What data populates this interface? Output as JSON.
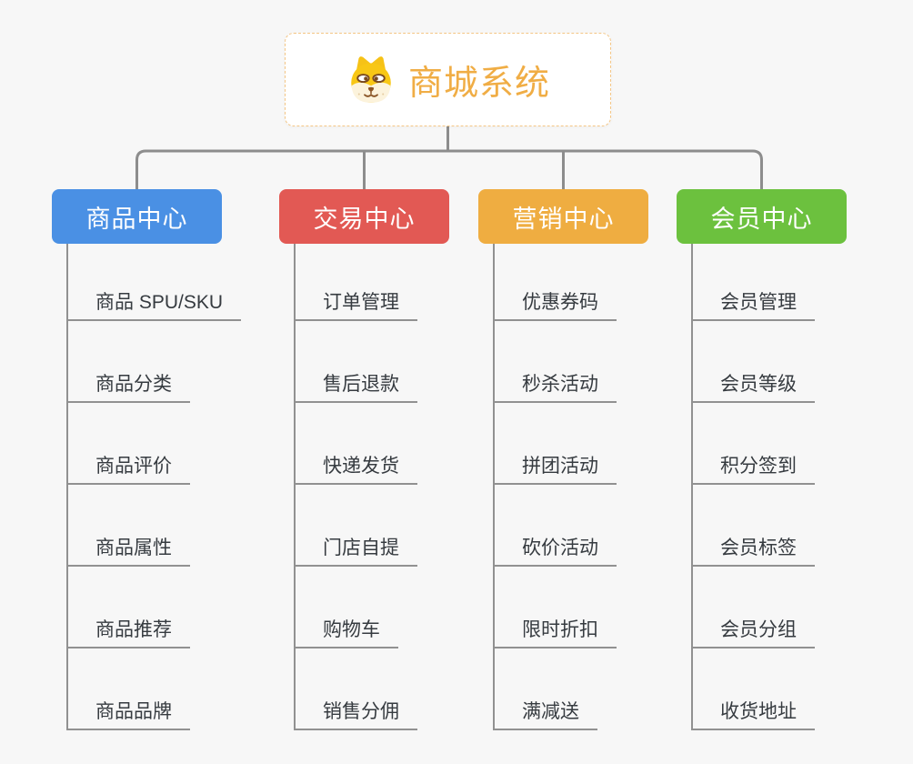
{
  "root": {
    "title": "商城系统",
    "icon": "shiba-dog-icon",
    "title_color": "#f0ad45",
    "border_color": "#f4c685"
  },
  "canvas": {
    "background": "#f7f7f7",
    "connector_color": "#8d8d8d",
    "leaf_text_color": "#363b40",
    "leaf_line_color": "#919191"
  },
  "branches": [
    {
      "label": "商品中心",
      "color": "#4a90e4",
      "children": [
        "商品 SPU/SKU",
        "商品分类",
        "商品评价",
        "商品属性",
        "商品推荐",
        "商品品牌"
      ]
    },
    {
      "label": "交易中心",
      "color": "#e25954",
      "children": [
        "订单管理",
        "售后退款",
        "快递发货",
        "门店自提",
        "购物车",
        "销售分佣"
      ]
    },
    {
      "label": "营销中心",
      "color": "#efad41",
      "children": [
        "优惠券码",
        "秒杀活动",
        "拼团活动",
        "砍价活动",
        "限时折扣",
        "满减送"
      ]
    },
    {
      "label": "会员中心",
      "color": "#6cc13e",
      "children": [
        "会员管理",
        "会员等级",
        "积分签到",
        "会员标签",
        "会员分组",
        "收货地址"
      ]
    }
  ]
}
